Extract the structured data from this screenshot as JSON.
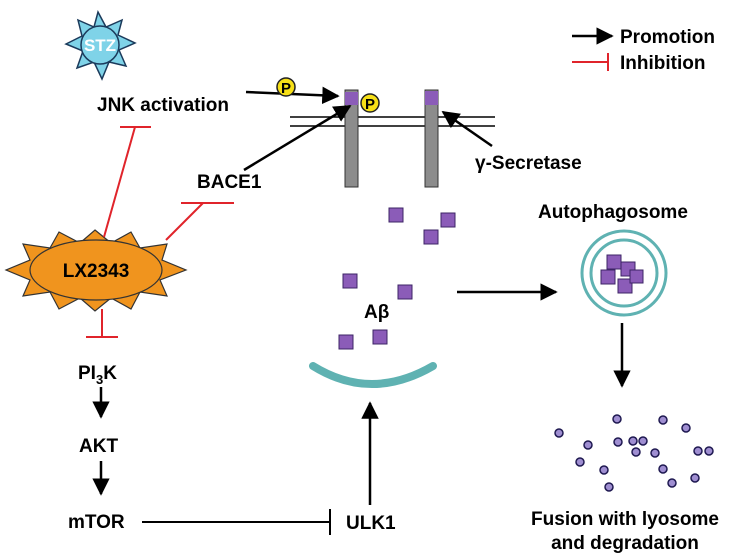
{
  "legend": {
    "promotion_label": "Promotion",
    "inhibition_label": "Inhibition"
  },
  "nodes": {
    "stz": "STZ",
    "jnk": "JNK activation",
    "bace1": "BACE1",
    "gamma_secretase": "γ-Secretase",
    "lx2343": "LX2343",
    "abeta": "Aβ",
    "autophagosome": "Autophagosome",
    "pi3k_main": "PI",
    "pi3k_sub": "3",
    "pi3k_end": "K",
    "akt": "AKT",
    "mtor": "mTOR",
    "ulk1": "ULK1",
    "fusion_line1": "Fusion with lyosome",
    "fusion_line2": "and degradation"
  },
  "phospho_label": "P",
  "colors": {
    "promotion_arrow": "#000000",
    "inhibition": "#e0242b",
    "stz_fill": "#7fd3e8",
    "lx2343_fill": "#f0941e",
    "abeta_fill": "#8b5cb8",
    "membrane_protein": "#8c8c8c",
    "phospho_fill": "#f7e017",
    "phagophore": "#5fb2b2",
    "degradation_dot": "#9f8ed1"
  }
}
